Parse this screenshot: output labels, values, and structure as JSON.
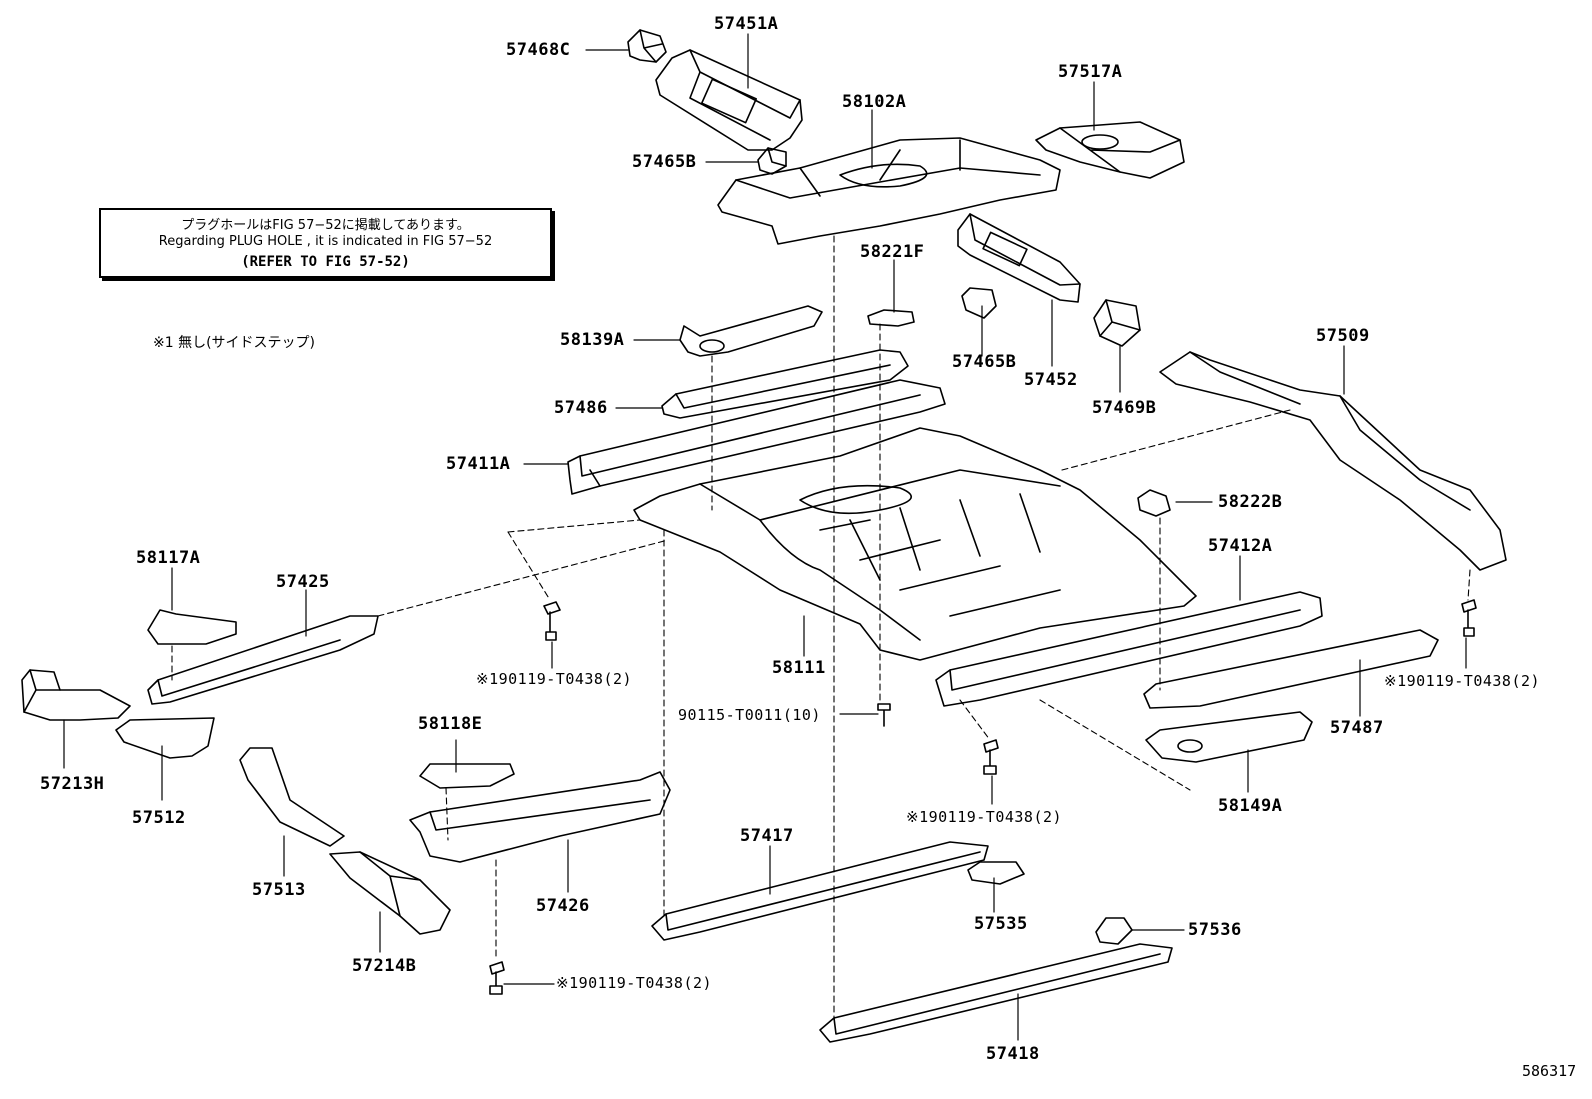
{
  "note": {
    "jp": "プラグホールはFIG 57−52に掲載してあります。",
    "en": "Regarding PLUG HOLE , it is indicated in FIG 57−52",
    "ref": "(REFER TO FIG 57-52)"
  },
  "footnote": "※1 無し(サイドステップ)",
  "figure_number": "586317",
  "labels": {
    "p57468C": "57468C",
    "p57451A": "57451A",
    "p57517A": "57517A",
    "p58102A": "58102A",
    "p57465B_top": "57465B",
    "p58221F": "58221F",
    "p58139A": "58139A",
    "p57465B_mid": "57465B",
    "p57452": "57452",
    "p57469B": "57469B",
    "p57509": "57509",
    "p57486": "57486",
    "p57411A": "57411A",
    "p58222B": "58222B",
    "p58117A": "58117A",
    "p57425": "57425",
    "p57412A": "57412A",
    "p58111": "58111",
    "bolt_a": "※190119-T0438(2)",
    "bolt_b": "※190119-T0438(2)",
    "bolt_c": "※190119-T0438(2)",
    "bolt_d": "※190119-T0438(2)",
    "p90115": "90115-T0011(10)",
    "p57487": "57487",
    "p58118E": "58118E",
    "p57213H": "57213H",
    "p57512": "57512",
    "p58149A": "58149A",
    "p57417": "57417",
    "p57513": "57513",
    "p57426": "57426",
    "p57535": "57535",
    "p57536": "57536",
    "p57214B": "57214B",
    "p57418": "57418"
  }
}
